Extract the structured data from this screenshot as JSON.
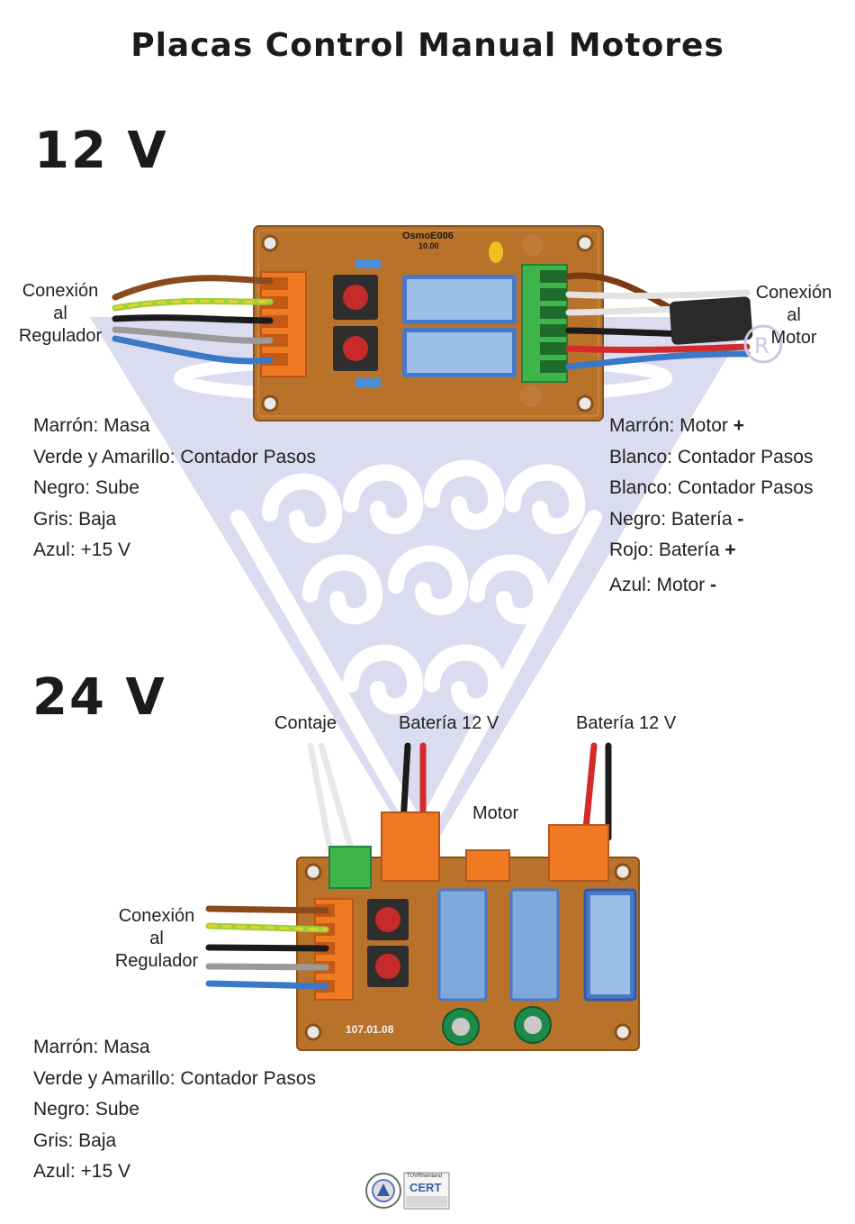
{
  "title": "Placas Control Manual Motores",
  "section_12v": {
    "heading": "12 V",
    "left_connection": [
      "Conexión",
      "al",
      "Regulador"
    ],
    "right_connection": [
      "Conexión",
      "al",
      "Motor"
    ],
    "board_label": "OsmoE006",
    "board_sublabel": "10.00",
    "left_legend": [
      "Marrón: Masa",
      "Verde y Amarillo: Contador Pasos",
      "Negro: Sube",
      "Gris: Baja",
      "Azul: +15 V"
    ],
    "right_legend": [
      {
        "text": "Marrón: Motor ",
        "sign": "+"
      },
      {
        "text": "Blanco: Contador Pasos",
        "sign": ""
      },
      {
        "text": "Blanco: Contador Pasos",
        "sign": ""
      },
      {
        "text": "Negro: Batería ",
        "sign": "-"
      },
      {
        "text": "Rojo: Batería ",
        "sign": "+"
      },
      {
        "text": "Azul: Motor ",
        "sign": "-"
      }
    ]
  },
  "section_24v": {
    "heading": "24 V",
    "label_contaje": "Contaje",
    "label_bateria_1": "Batería 12 V",
    "label_bateria_2": "Batería 12 V",
    "label_motor": "Motor",
    "left_connection": [
      "Conexión",
      "al",
      "Regulador"
    ],
    "board_label": "107.01.08",
    "legend": [
      "Marrón: Masa",
      "Verde y Amarillo: Contador Pasos",
      "Negro: Sube",
      "Gris: Baja",
      "Azul: +15 V"
    ]
  },
  "footer_logo": {
    "brand": "TÜVRheinland",
    "cert": "CERT"
  },
  "colors": {
    "pcb": "#b9722a",
    "watermark": "#dadaf0",
    "terminal_orange": "#f07a22",
    "terminal_green": "#3db54a",
    "relay_blue": "#4a78c8"
  }
}
